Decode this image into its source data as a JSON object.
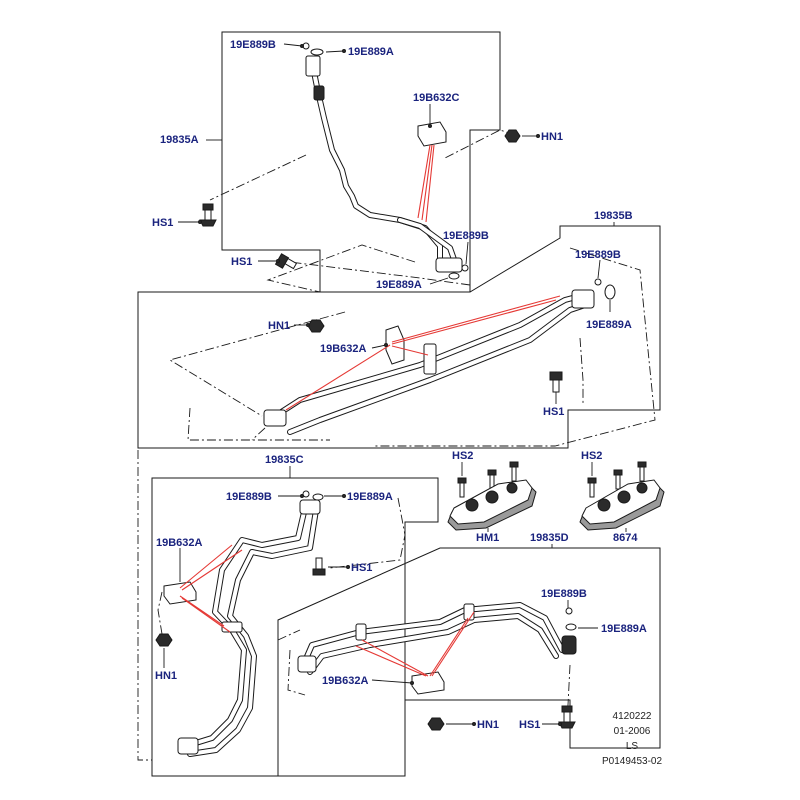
{
  "labels": {
    "top_seal_b": "19E889B",
    "top_seal_a": "19E889A",
    "assembly_a": "19835A",
    "clip_a": "19B632C",
    "nut_a": "HN1",
    "screw_a1": "HS1",
    "screw_a2": "HS1",
    "mid_seal_b": "19E889B",
    "mid_seal_a": "19E889A",
    "assembly_b": "19835B",
    "b_seal_b": "19E889B",
    "b_seal_a": "19E889A",
    "nut_b": "HN1",
    "clip_b": "19B632A",
    "screw_b": "HS1",
    "hs2_left": "HS2",
    "hs2_right": "HS2",
    "assembly_c": "19835C",
    "c_seal_b": "19E889B",
    "c_seal_a": "19E889A",
    "clip_c": "19B632A",
    "screw_c": "HS1",
    "nut_c": "HN1",
    "heat_shield_left": "HM1",
    "heat_shield_right": "8674",
    "assembly_d": "19835D",
    "d_seal_b": "19E889B",
    "d_seal_a": "19E889A",
    "clip_d": "19B632A",
    "nut_d": "HN1",
    "screw_d": "HS1"
  },
  "reference": {
    "line1": "4120222",
    "line2": "01-2006",
    "line3": "LS",
    "line4": "P0149453-02"
  }
}
